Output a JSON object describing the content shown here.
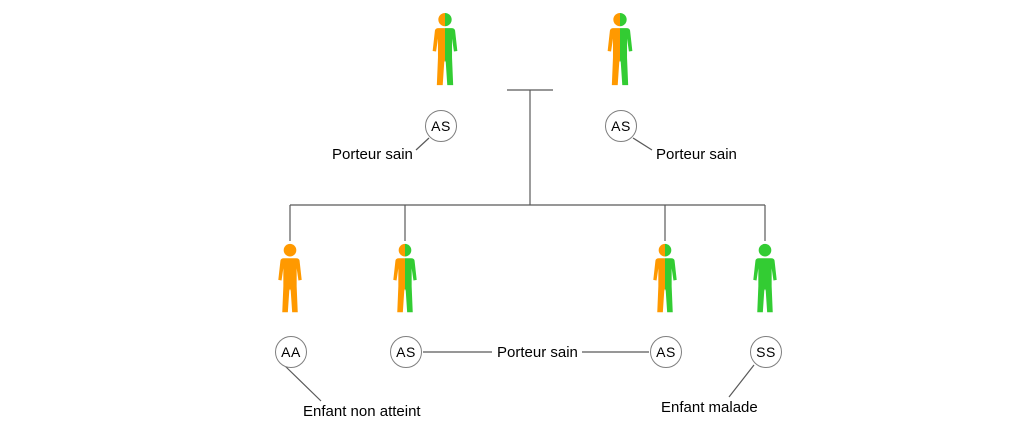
{
  "palette": {
    "carrier_orange": "#FF9900",
    "healthy_green": "#33CC33",
    "line": "#595959"
  },
  "parents": [
    {
      "genotype": "AS",
      "label": "Porteur sain",
      "half_left": "#FF9900",
      "half_right": "#33CC33"
    },
    {
      "genotype": "AS",
      "label": "Porteur sain",
      "half_left": "#FF9900",
      "half_right": "#33CC33"
    }
  ],
  "children": [
    {
      "genotype": "AA",
      "label": "Enfant non atteint",
      "half_left": "#FF9900",
      "half_right": "#FF9900"
    },
    {
      "genotype": "AS",
      "label": "Porteur sain",
      "half_left": "#FF9900",
      "half_right": "#33CC33"
    },
    {
      "genotype": "AS",
      "label": "Porteur sain",
      "half_left": "#FF9900",
      "half_right": "#33CC33"
    },
    {
      "genotype": "SS",
      "label": "Enfant malade",
      "half_left": "#33CC33",
      "half_right": "#33CC33"
    }
  ],
  "shared_child_label": "Porteur sain"
}
